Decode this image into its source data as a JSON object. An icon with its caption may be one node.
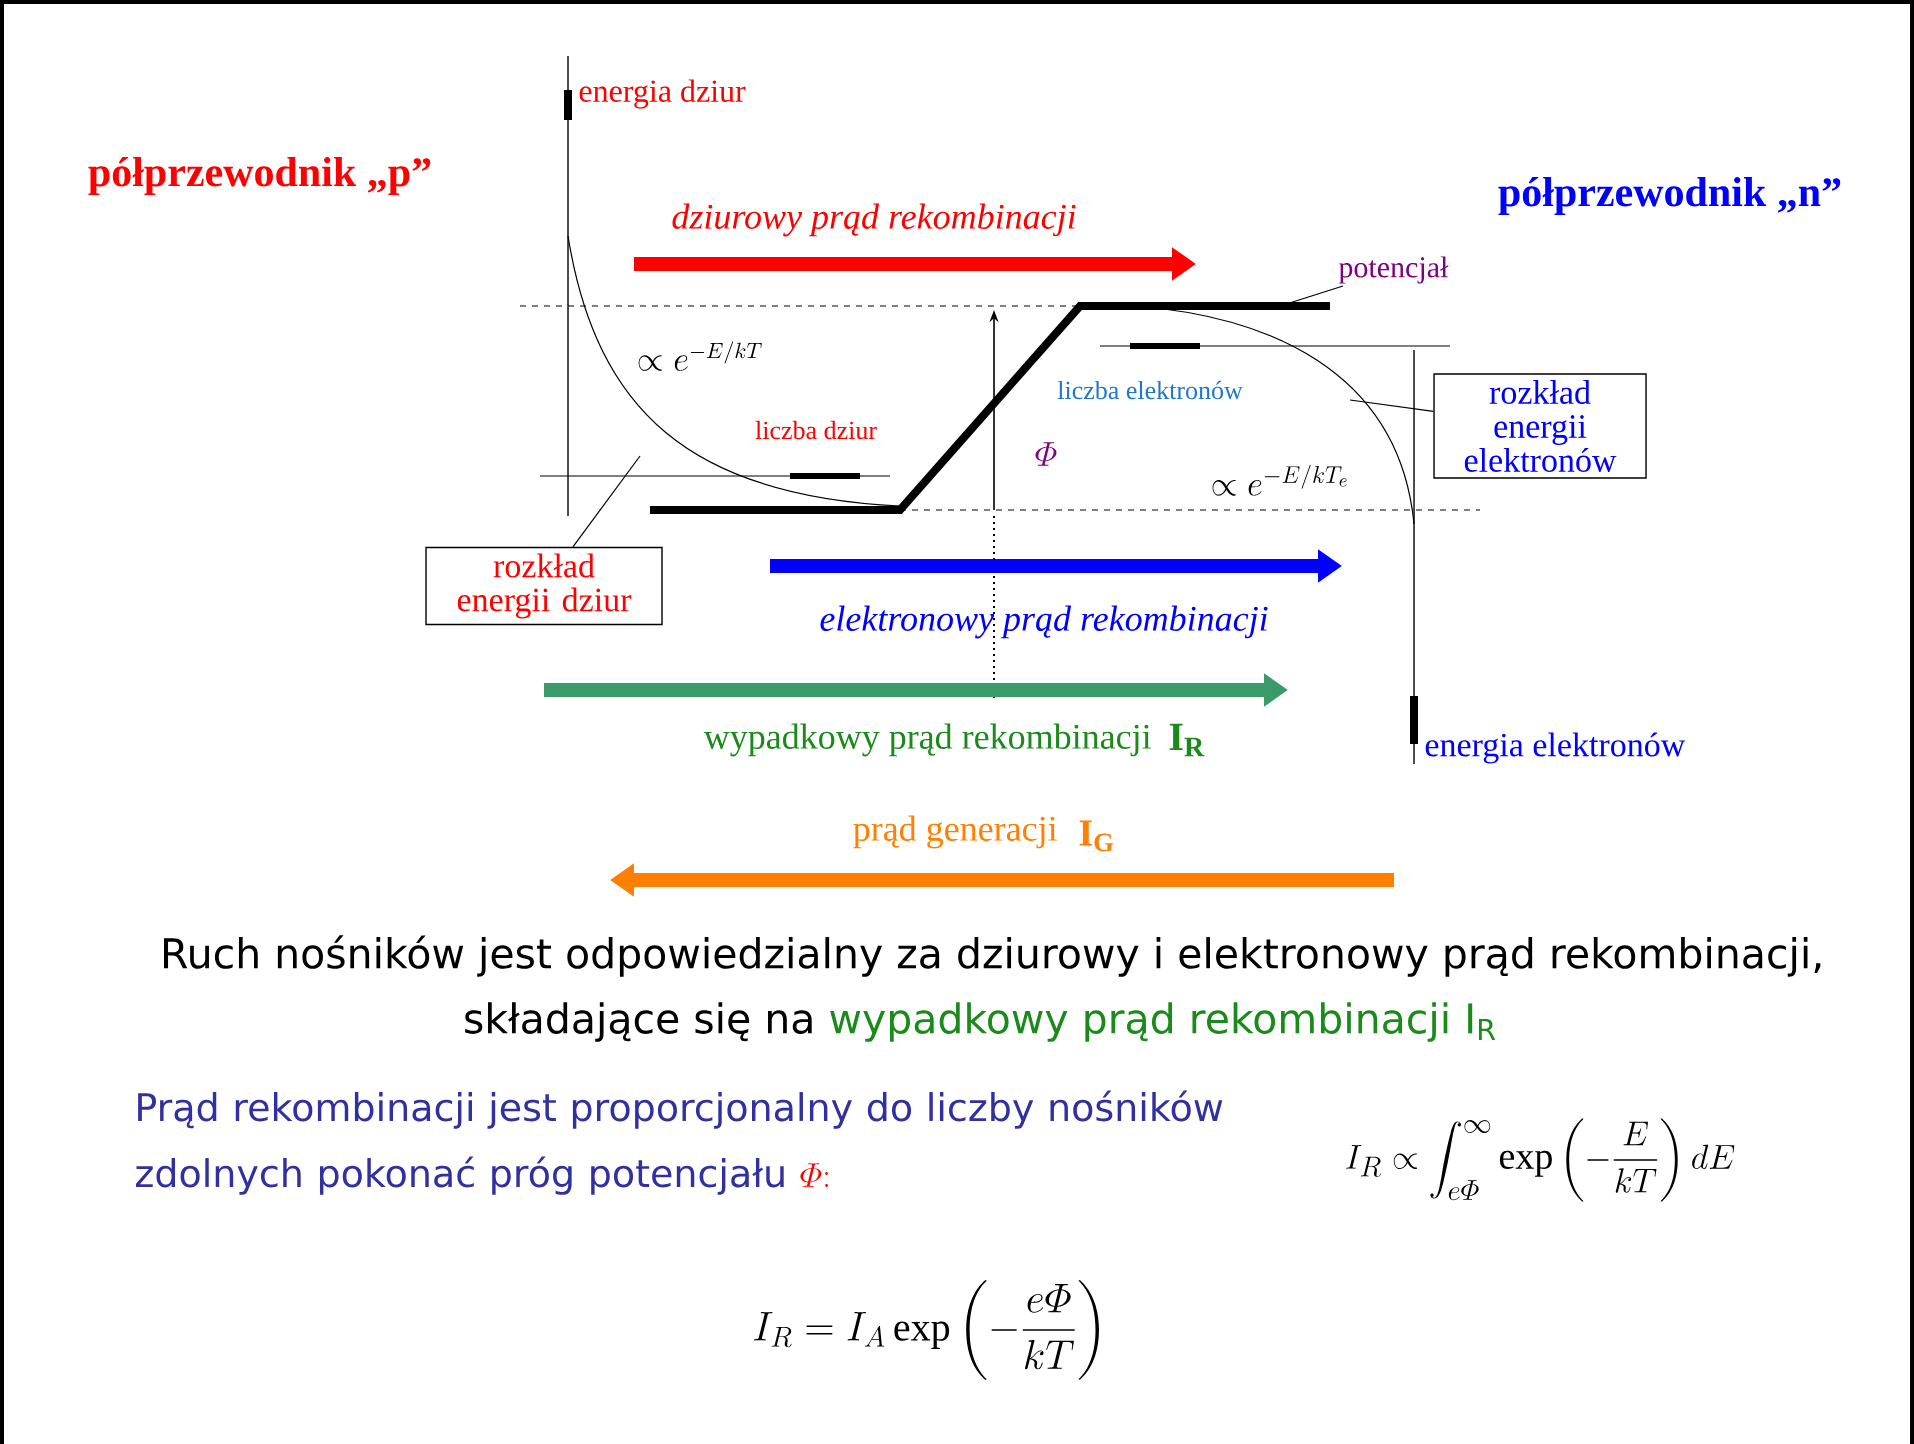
{
  "diagram": {
    "nodes": [
      {
        "text": [
          "rozkład energii dziur"
        ]
      },
      {
        "text": [
          "rozkład energii elektronów"
        ]
      },
      {
        "text": [
          "potencjał"
        ]
      }
    ],
    "edges": [
      {
        "from": 0,
        "to": null,
        "arrow": "none"
      },
      {
        "from": 1,
        "to": null,
        "arrow": "none"
      },
      {
        "from": 2,
        "to": null,
        "arrow": "none"
      }
    ],
    "labels": [
      "półprzewodnik „p”",
      "energia dziur",
      "półprzewodnik „n”",
      "dziurowy prąd rekombinacji",
      "\\propto e^{-E/kT}",
      "liczba elektronów",
      "liczba dziur",
      "\\varPhi",
      "\\propto e^{-E/kT_e}",
      "elektronowy prąd rekombinacji",
      "wypadkowy prąd rekombinacji",
      "\\mathbf{I}_{\\mathbf{R}}",
      "energia elektronów",
      "prąd generacji",
      "\\mathbf{I}_{\\mathbf{G}}",
      "Ruch nośników jest odpowiedzialny za dziurowy i elektronowy prąd rekombinacji,",
      "składające się na",
      "wypadkowy prąd rekombinacji I$_{R}$",
      "Prąd rekombinacji jest proporcjonalny do liczby nośników zdolnych pokonać próg potencjału",
      "\\varPhi{:}",
      "I_R \\propto \\int_{e\\varPhi}^{\\infty} \\exp\\left(-\\frac{E}{kT}\\right) dE",
      "I_R = I_A \\exp\\left(-\\frac{e\\varPhi}{kT}\\right)"
    ]
  }
}
